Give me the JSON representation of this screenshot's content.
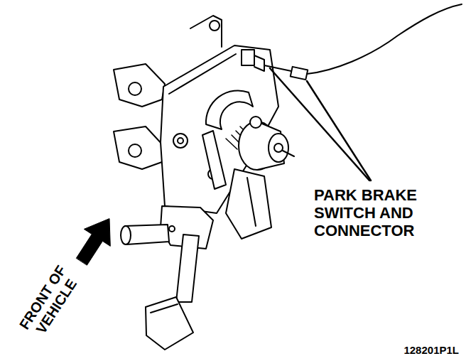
{
  "diagram": {
    "labels": [
      "PARK BRAKE SWITCH AND CONNECTOR",
      "FRONT OF VEHICLE",
      "128201P1L"
    ]
  }
}
